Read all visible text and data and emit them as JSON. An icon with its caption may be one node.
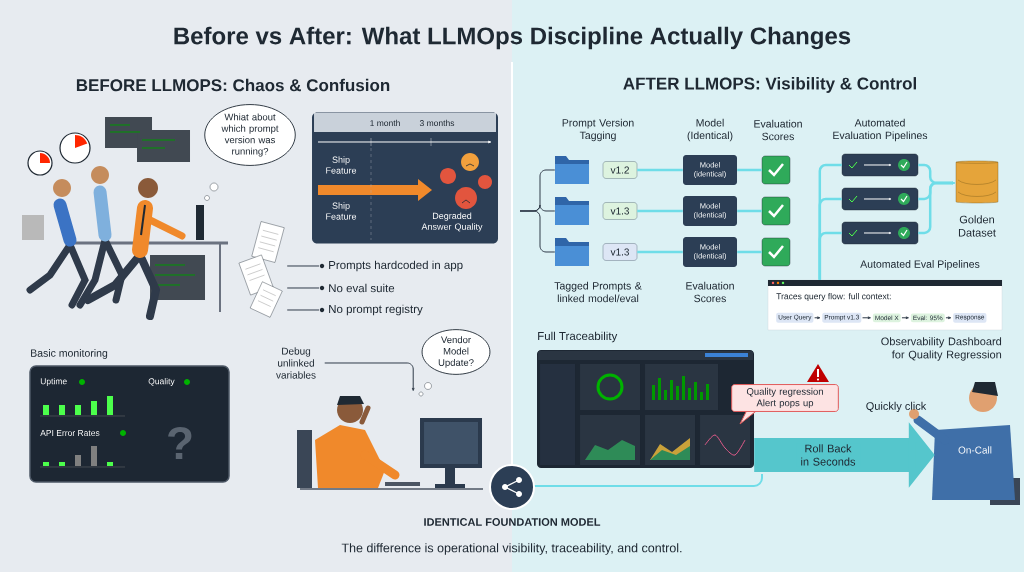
{
  "diagram": {
    "title": "Before vs After: What LLMOps Discipline Actually Changes",
    "caption": "The difference is operational visibility, traceability, and control.",
    "nodes": [
      {
        "text": [
          "Whiat about which prompt version was running?"
        ]
      },
      {
        "text": [
          "1 month",
          "3 months",
          "Ship Feature",
          "Ship Feature",
          "Degraded Answer Quality"
        ]
      },
      {
        "text": [],
        "shape": "picture"
      },
      {
        "text": [
          "Prompts hardcoded in app"
        ]
      },
      {
        "text": [
          "No eval suite"
        ]
      },
      {
        "text": [
          "No prompt registry"
        ]
      },
      {
        "text": [
          "Basic monitoring",
          "Uptime",
          "Quality",
          "API Error Rates",
          "?"
        ]
      },
      {
        "text": [
          "Debug unlinked variables"
        ]
      },
      {
        "text": [],
        "shape": "picture"
      },
      {
        "text": [
          "Vendor Model Update?"
        ]
      },
      {
        "text": [],
        "shape": "picture"
      },
      {
        "text": [],
        "shape": "picture"
      },
      {
        "text": [],
        "shape": "picture"
      },
      {
        "text": [
          "v1.2"
        ]
      },
      {
        "text": [
          "v1.3"
        ]
      },
      {
        "text": [
          "v1.3"
        ]
      },
      {
        "text": [
          "Model (identical)"
        ]
      },
      {
        "text": [
          "Model (Identical)"
        ]
      },
      {
        "text": [
          "Model (Identical)"
        ]
      },
      {
        "text": [],
        "shape": "box"
      },
      {
        "text": [],
        "shape": "box"
      },
      {
        "text": [],
        "shape": "box"
      },
      {
        "text": [],
        "shape": "box"
      },
      {
        "text": [],
        "shape": "box"
      },
      {
        "text": [],
        "shape": "box"
      },
      {
        "text": [
          "Golden Dataset"
        ]
      },
      {
        "text": [
          "Traces query flow: full context:"
        ],
        "beside": [
          "Observability Dashboard for Quality Regression"
        ]
      },
      {
        "text": [
          "User Query"
        ],
        "in": 26
      },
      {
        "text": [
          "Prompt v1.3"
        ],
        "in": 26
      },
      {
        "text": [
          "Model X"
        ],
        "in": 26
      },
      {
        "text": [
          "Eval: 95%"
        ],
        "in": 26
      },
      {
        "text": [
          "Response"
        ],
        "in": 26
      },
      {
        "text": [
          "Full Traceability"
        ]
      },
      {
        "text": [
          "Quality regression Alert pops up"
        ]
      },
      {
        "text": [
          "On-Call"
        ],
        "beside": [
          "Quickly click"
        ]
      },
      {
        "text": [],
        "shape": "circle"
      }
    ],
    "edges": [
      {
        "from": 2,
        "to": 3,
        "arrow": "none",
        "color": "#2f3a48"
      },
      {
        "from": 2,
        "to": 4,
        "arrow": "none",
        "color": "#2f3a48"
      },
      {
        "from": 2,
        "to": 5,
        "arrow": "none",
        "color": "#2f3a48"
      },
      {
        "from": 7,
        "to": 8,
        "arrow": "to",
        "color": "#2f3a48"
      },
      {
        "from": null,
        "to": 10,
        "arrow": "none",
        "color": "#2f3a48"
      },
      {
        "from": null,
        "to": 11,
        "arrow": "none",
        "color": "#2f3a48"
      },
      {
        "from": null,
        "to": 12,
        "arrow": "none",
        "color": "#2f3a48"
      },
      {
        "from": 13,
        "to": 16,
        "arrow": "none"
      },
      {
        "from": 14,
        "to": 17,
        "arrow": "none"
      },
      {
        "from": 15,
        "to": 18,
        "arrow": "none"
      },
      {
        "from": 16,
        "to": 19,
        "arrow": "none"
      },
      {
        "from": 17,
        "to": 20,
        "arrow": "none"
      },
      {
        "from": 18,
        "to": 21,
        "arrow": "none"
      },
      {
        "from": 26,
        "to": 22,
        "arrow": "none"
      },
      {
        "from": 26,
        "to": 23,
        "arrow": "none"
      },
      {
        "from": 26,
        "to": 24,
        "arrow": "none"
      },
      {
        "from": 22,
        "to": 25,
        "arrow": "to"
      },
      {
        "from": 23,
        "to": 25,
        "arrow": "to"
      },
      {
        "from": 24,
        "to": 25,
        "arrow": "to"
      },
      {
        "from": 27,
        "to": 28,
        "arrow": "to",
        "color": "#2f3a48"
      },
      {
        "from": 28,
        "to": 29,
        "arrow": "to",
        "color": "#2f3a48"
      },
      {
        "from": 29,
        "to": 30,
        "arrow": "to",
        "color": "#2f3a48"
      },
      {
        "from": 30,
        "to": 31,
        "arrow": "to",
        "color": "#2f3a48"
      },
      {
        "from": 32,
        "to": 34,
        "arrow": "to",
        "label": "Roll Back in Seconds",
        "style": "thick",
        "color": "#55c6cc"
      }
    ],
    "labels": [
      "BEFORE LLMOPS: Chaos & Confusion",
      "AFTER LLMOPS: Visibility & Control",
      "Prompt Version Tagging",
      "Model (Identical)",
      "Evaluation Scores",
      "Automated Evaluation Pipelines",
      "Tagged Prompts & linked model/eval",
      "Evaluation Scores",
      "Automated Eval Pipelines",
      "IDENTICAL FOUNDATION MODEL"
    ]
  }
}
